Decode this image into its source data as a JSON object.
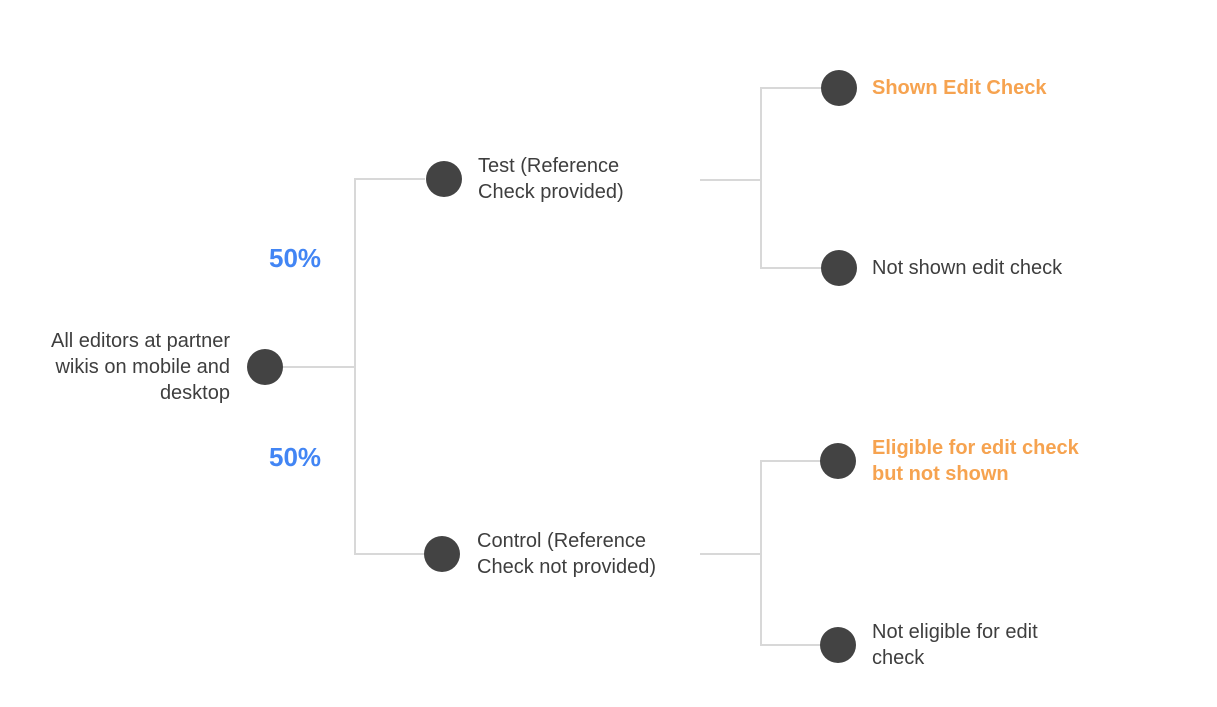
{
  "diagram": {
    "title": "Edit check experiment assignment tree",
    "colors": {
      "node_fill": "#434343",
      "connector_line": "#d8d8d8",
      "body_text": "#3e3e3e",
      "percent_blue": "#4285f4",
      "highlight_orange": "#f6a350"
    },
    "root": {
      "lines": [
        "All editors at partner",
        "wikis on mobile and",
        "desktop"
      ]
    },
    "branches": [
      {
        "percent": "50%",
        "node": {
          "lines": [
            "Test (Reference",
            "Check provided)"
          ]
        },
        "children": [
          {
            "lines": [
              "Shown Edit Check"
            ],
            "highlighted": true
          },
          {
            "lines": [
              "Not shown edit check"
            ],
            "highlighted": false
          }
        ]
      },
      {
        "percent": "50%",
        "node": {
          "lines": [
            "Control (Reference",
            "Check not provided)"
          ]
        },
        "children": [
          {
            "lines": [
              "Eligible for edit check",
              "but not shown"
            ],
            "highlighted": true
          },
          {
            "lines": [
              "Not eligible for edit",
              "check"
            ],
            "highlighted": false
          }
        ]
      }
    ]
  }
}
